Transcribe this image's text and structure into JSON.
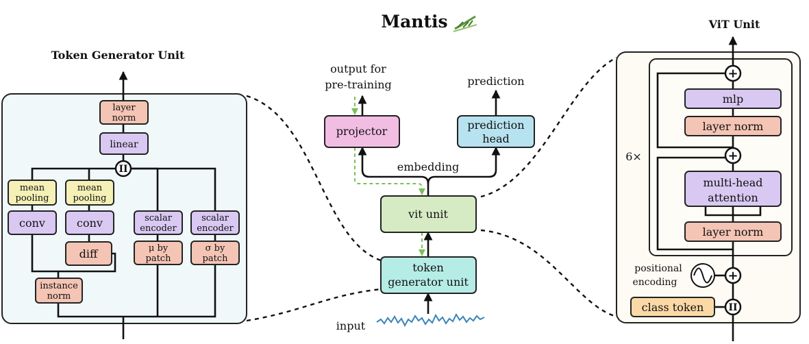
{
  "title": "Mantis",
  "token_generator": {
    "title": "Token Generator Unit",
    "layer_norm": [
      "layer",
      "norm"
    ],
    "linear": "linear",
    "concat_symbol": "II",
    "mean_pooling": [
      "mean",
      "pooling"
    ],
    "conv": "conv",
    "diff": "diff",
    "scalar_encoder": [
      "scalar",
      "encoder"
    ],
    "mu_by_patch": [
      "μ by",
      "patch"
    ],
    "sigma_by_patch": [
      "σ by",
      "patch"
    ],
    "instance_norm": [
      "instance",
      "norm"
    ]
  },
  "center": {
    "output_pretraining": [
      "output for",
      "pre-training"
    ],
    "prediction": "prediction",
    "projector": "projector",
    "prediction_head": [
      "prediction",
      "head"
    ],
    "embedding": "embedding",
    "vit_unit": "vit unit",
    "token_generator_unit": [
      "token",
      "generator unit"
    ],
    "input": "input"
  },
  "vit": {
    "title": "ViT Unit",
    "mlp": "mlp",
    "layer_norm": "layer norm",
    "multi_head_attention": [
      "multi-head",
      "attention"
    ],
    "repeat": "6×",
    "positional_encoding": [
      "positional",
      "encoding"
    ],
    "class_token": "class token",
    "plus_symbol": "+",
    "concat_symbol": "II"
  },
  "colors": {
    "salmon": "#f4c4b4",
    "lavender": "#d9c8f2",
    "yellow": "#f4f0b6",
    "pink": "#f2bde3",
    "blue": "#b7e2ef",
    "green": "#d6ebc4",
    "teal": "#b6ece6",
    "orange": "#fbd9a6",
    "panel_left": "#f0f8fa",
    "panel_right": "#fdfbf4"
  }
}
